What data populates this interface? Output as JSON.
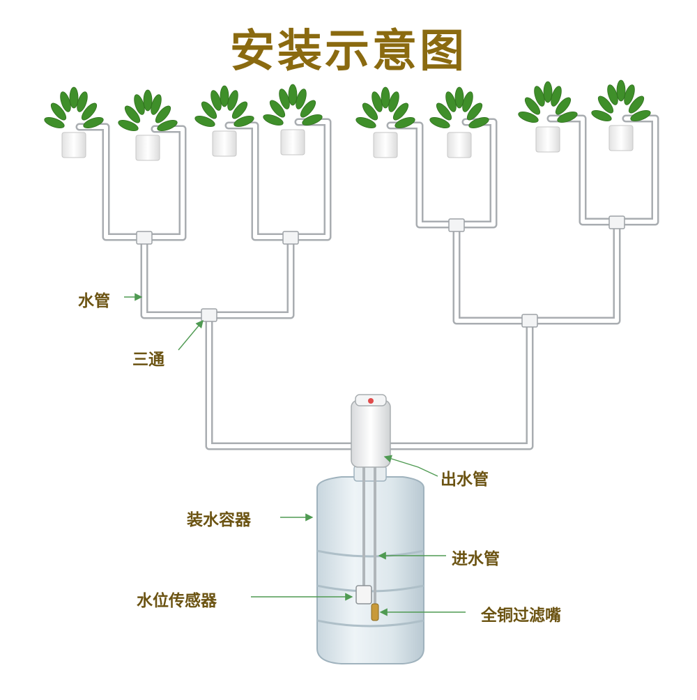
{
  "title": "安装示意图",
  "labels": {
    "water_pipe": "水管",
    "tee": "三通",
    "outlet_pipe": "出水管",
    "container": "装水容器",
    "inlet_pipe": "进水管",
    "level_sensor": "水位传感器",
    "copper_filter": "全铜过滤嘴"
  },
  "plant_count": 8,
  "colors": {
    "title": "#8a6a10",
    "label": "#6b5312",
    "pipe": "#b9bcbf",
    "leader": "#4f9a52",
    "leaf": "#3f8f2a",
    "pot": "#f4f4f4"
  }
}
